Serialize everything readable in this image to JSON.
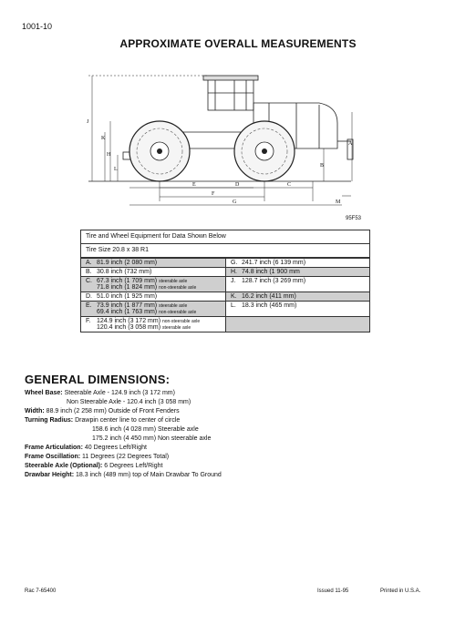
{
  "page_number": "1001-10",
  "title": "APPROXIMATE OVERALL MEASUREMENTS",
  "figure_id": "95F53",
  "drawing_labels": [
    "J",
    "K",
    "H",
    "L",
    "A",
    "B",
    "E",
    "D",
    "C",
    "F",
    "G",
    "M"
  ],
  "table": {
    "header": "Tire and Wheel Equipment for Data Shown Below",
    "tire_size": "Tire Size 20.8 x 38 R1",
    "rows": [
      {
        "left": {
          "letter": "A.",
          "lines": [
            "81.9 inch (2 080 mm)"
          ],
          "notes": [
            ""
          ]
        },
        "right": {
          "letter": "G.",
          "lines": [
            "241.7 inch (6 139 mm)"
          ],
          "notes": [
            ""
          ]
        }
      },
      {
        "left": {
          "letter": "B.",
          "lines": [
            "30.8 inch (732 mm)"
          ],
          "notes": [
            ""
          ]
        },
        "right": {
          "letter": "H.",
          "lines": [
            "74.8 inch (1 900 mm"
          ],
          "notes": [
            ""
          ]
        }
      },
      {
        "left": {
          "letter": "C.",
          "lines": [
            "67.3 inch (1 709 mm)",
            "71.8 inch (1 824 mm)"
          ],
          "notes": [
            "steerable axle",
            "non-steerable axle"
          ]
        },
        "right": {
          "letter": "J.",
          "lines": [
            "128.7 inch (3 269 mm)"
          ],
          "notes": [
            ""
          ]
        }
      },
      {
        "left": {
          "letter": "D.",
          "lines": [
            "51.0 inch (1 925 mm)"
          ],
          "notes": [
            ""
          ]
        },
        "right": {
          "letter": "K.",
          "lines": [
            "16.2 inch (411 mm)"
          ],
          "notes": [
            ""
          ]
        }
      },
      {
        "left": {
          "letter": "E.",
          "lines": [
            "73.9 inch (1 877 mm)",
            "69.4 inch (1 763 mm)"
          ],
          "notes": [
            "steerable axle",
            "non-steerable axle"
          ]
        },
        "right": {
          "letter": "L.",
          "lines": [
            "18.3 inch (465 mm)"
          ],
          "notes": [
            ""
          ]
        }
      },
      {
        "left": {
          "letter": "F.",
          "lines": [
            "124.9 inch (3 172 mm)",
            "120.4 inch (3 058 mm)"
          ],
          "notes": [
            "non-steerable axle",
            "steerable axle"
          ]
        },
        "right": {
          "letter": "",
          "lines": [
            ""
          ],
          "notes": [
            ""
          ]
        }
      }
    ]
  },
  "general": {
    "title": "GENERAL DIMENSIONS:",
    "wheel_base_label": "Wheel Base:",
    "wheel_base_1": "Steerable Axle - 124.9 inch (3 172 mm)",
    "wheel_base_2": "Non Steerable Axle - 120.4 inch (3 058 mm)",
    "width_label": "Width:",
    "width_value": "88.9 inch (2 258 mm) Outside of Front Fenders",
    "turning_label": "Turning Radius:",
    "turning_1": "Drawpin center line to center of circle",
    "turning_2": "158.6 inch (4 028 mm) Steerable axle",
    "turning_3": "175.2 inch (4 450 mm) Non steerable axle",
    "articulation_label": "Frame Articulation:",
    "articulation_value": "40 Degrees Left/Right",
    "oscillation_label": "Frame Oscillation:",
    "oscillation_value": "11 Degrees (22 Degrees Total)",
    "steerable_label": "Steerable Axle (Optional):",
    "steerable_value": "6 Degrees Left/Right",
    "drawbar_label": "Drawbar Height:",
    "drawbar_value": "18.3 inch (489 mm) top of Main Drawbar To Ground"
  },
  "footer": {
    "left": "Rac 7-65400",
    "middle": "Issued 11-95",
    "right": "Printed in U.S.A."
  }
}
